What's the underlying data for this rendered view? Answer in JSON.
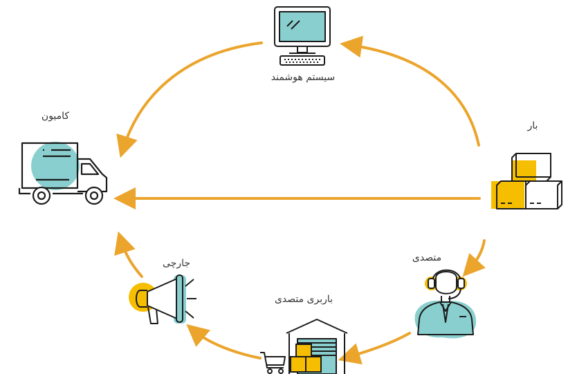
{
  "nodes": {
    "system": {
      "label": "سیستم هوشمند",
      "icon": "computer-icon"
    },
    "truck": {
      "label": "کامیون",
      "icon": "truck-icon"
    },
    "cargo": {
      "label": "بار",
      "icon": "boxes-icon"
    },
    "agent": {
      "label": "متصدی",
      "icon": "headset-operator-icon"
    },
    "warehouse": {
      "label": "باربری متصدی",
      "icon": "warehouse-icon"
    },
    "crier": {
      "label": "جارچی",
      "icon": "megaphone-icon"
    }
  },
  "colors": {
    "arrow": "#EBA42C",
    "accent_yellow": "#F6BE00",
    "accent_teal": "#8ACFCF",
    "outline": "#1a1a1a"
  }
}
